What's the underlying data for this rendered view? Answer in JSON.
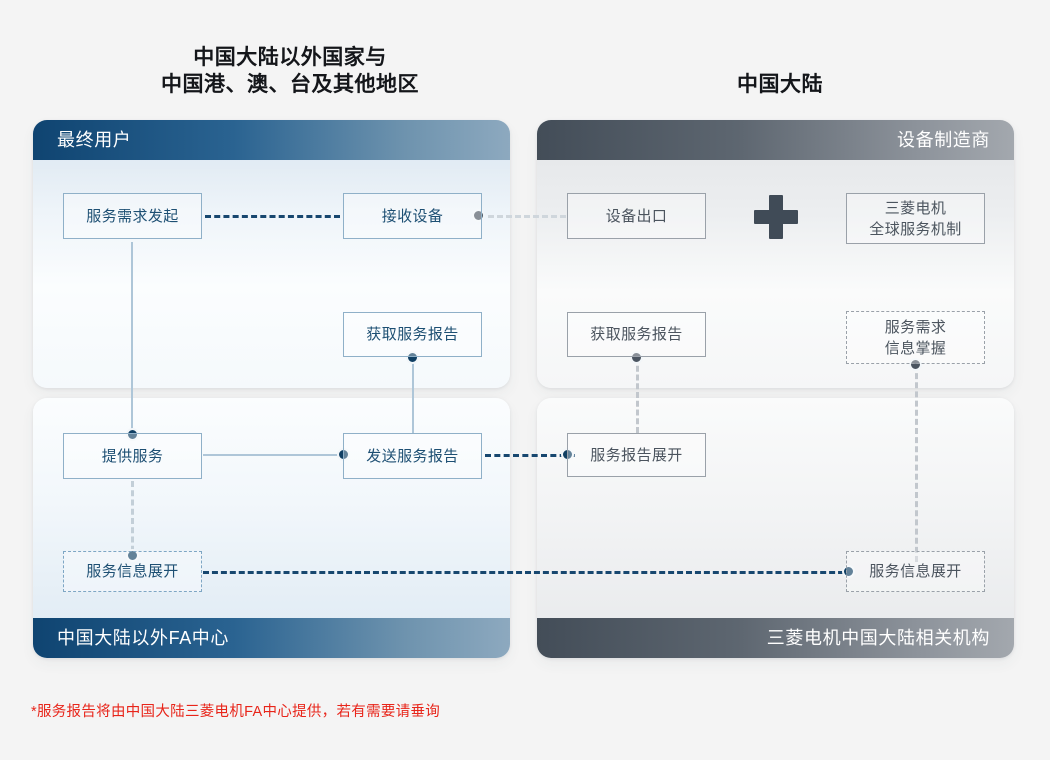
{
  "titles": {
    "left": "中国大陆以外国家与\n中国港、澳、台及其他地区",
    "left_line1": "中国大陆以外国家与",
    "left_line2": "中国港、澳、台及其他地区",
    "right": "中国大陆"
  },
  "bars": {
    "left_top": "最终用户",
    "right_top": "设备制造商",
    "left_bottom": "中国大陆以外FA中心",
    "right_bottom": "三菱电机中国大陆相关机构"
  },
  "nodes": {
    "service_request": "服务需求发起",
    "receive_equipment": "接收设备",
    "equipment_export": "设备出口",
    "mitsubishi_global_service": "三菱电机\n全球服务机制",
    "mitsubishi_global_service_line1": "三菱电机",
    "mitsubishi_global_service_line2": "全球服务机制",
    "get_report_left": "获取服务报告",
    "get_report_right": "获取服务报告",
    "demand_info": "服务需求\n信息掌握",
    "demand_info_line1": "服务需求",
    "demand_info_line2": "信息掌握",
    "provide_service": "提供服务",
    "send_report": "发送服务报告",
    "report_expand": "服务报告展开",
    "info_expand_left": "服务信息展开",
    "info_expand_right": "服务信息展开"
  },
  "symbols": {
    "plus": "+"
  },
  "footnote": "*服务报告将由中国大陆三菱电机FA中心提供，若有需要请垂询",
  "colors": {
    "page_bg": "#f4f4f4",
    "bar_blue_dark": "#0f4471",
    "bar_blue_light": "#8da9bf",
    "bar_gray_dark": "#434d58",
    "bar_gray_light": "#a3a8ae",
    "node_blue_border": "#8fb0c8",
    "node_blue_text": "#1d4f73",
    "node_gray_border": "#9aa1a9",
    "node_gray_text": "#4b545e",
    "dot_blue": "#103f63",
    "dot_gray": "#4a5460",
    "connector_blue": "#17476f",
    "footnote_red": "#e8251a",
    "plus": "#404b57"
  }
}
